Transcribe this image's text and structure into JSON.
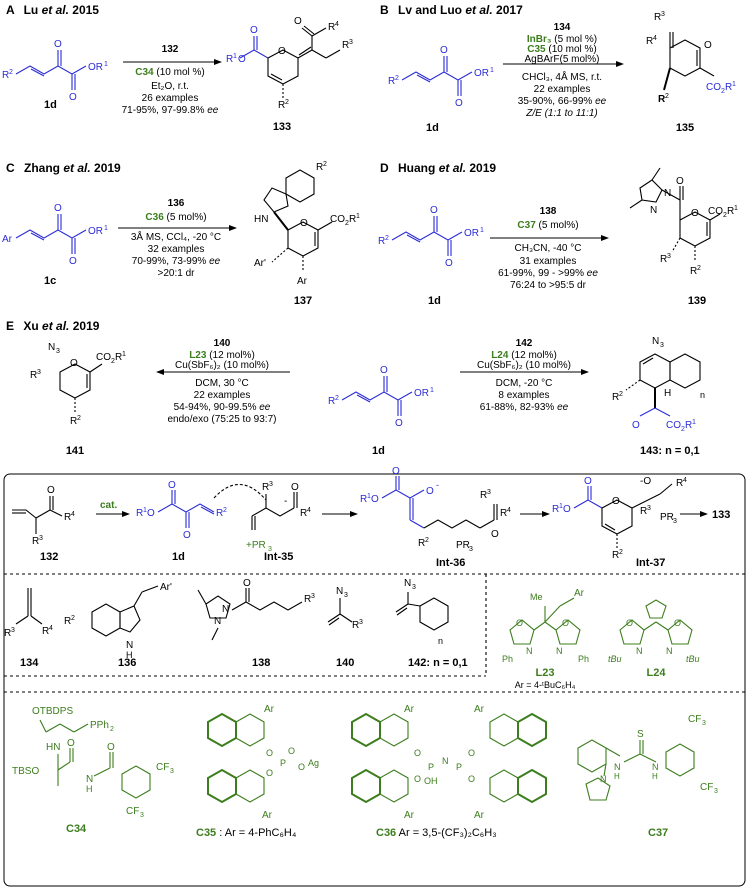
{
  "panels": {
    "A": {
      "letter": "A",
      "author": "Lu ",
      "etal": "et al.",
      "year": " 2015",
      "reagent": "132",
      "catalyst": "C34",
      "cat_load": " (10 mol %)",
      "cond1": "Et₂O, r.t.",
      "cond2": "26 examples",
      "cond3": "71-95%, 97-99.8% ",
      "ee": "ee",
      "substrate": "1d",
      "product": "133"
    },
    "B": {
      "letter": "B",
      "author": "Lv and Luo ",
      "etal": "et al.",
      "year": " 2017",
      "reagent": "134",
      "cat1": "InBr₃",
      "cat1_load": " (5 mol %)",
      "cat2": "C35",
      "cat2_load": " (10 mol %)",
      "cat3": "AgBArF(5 mol%)",
      "cond1": "CHCl₃, 4Å MS, r.t.",
      "cond2": "22 examples",
      "cond3": "35-90%, 66-99% ",
      "ee": "ee",
      "cond4": "Z/E (1:1 to 11:1)",
      "substrate": "1d",
      "product": "135"
    },
    "C": {
      "letter": "C",
      "author": "Zhang ",
      "etal": "et al.",
      "year": " 2019",
      "reagent": "136",
      "catalyst": "C36",
      "cat_load": " (5 mol%)",
      "cond1": "3Å MS, CCl₄, -20 °C",
      "cond2": "32 examples",
      "cond3": "70-99%, 73-99% ",
      "ee": "ee",
      "cond4": ">20:1 dr",
      "substrate": "1c",
      "product": "137"
    },
    "D": {
      "letter": "D",
      "author": "Huang ",
      "etal": "et al.",
      "year": " 2019",
      "reagent": "138",
      "catalyst": "C37",
      "cat_load": " (5 mol%)",
      "cond1": "CH₃CN, -40 °C",
      "cond2": "31 examples",
      "cond3": "61-99%, 99 - >99% ",
      "ee": "ee",
      "cond4": "76:24 to >95:5 dr",
      "substrate": "1d",
      "product": "139"
    },
    "E": {
      "letter": "E",
      "author": "Xu ",
      "etal": "et al.",
      "year": " 2019",
      "left_reagent": "140",
      "left_ligand": "L23",
      "left_lig_load": " (12 mol%)",
      "left_metal": "Cu(SbF₆)₂ (10 mol%)",
      "left_cond1": "DCM, 30 °C",
      "left_cond2": "22 examples",
      "left_cond3": "54-94%, 90-99.5% ",
      "ee": "ee",
      "left_cond4": "endo/exo (75:25 to 93:7)",
      "left_product": "141",
      "right_reagent": "142",
      "right_ligand": "L24",
      "right_lig_load": " (12 mol%)",
      "right_metal": "Cu(SbF₆)₂ (10 mol%)",
      "right_cond1": "DCM, -20 °C",
      "right_cond2": "8 examples",
      "right_cond3": "61-88%, 82-93% ",
      "right_product": "143: n = 0,1",
      "substrate": "1d"
    }
  },
  "mechanism": {
    "cat": "cat.",
    "compound132": "132",
    "compound1d": "1d",
    "int35": "Int-35",
    "int36": "Int-36",
    "int37": "Int-37",
    "product": "133"
  },
  "reagents": {
    "r134": "134",
    "r136": "136",
    "r138": "138",
    "r140": "140",
    "r142": "142: n = 0,1",
    "L23": "L23",
    "L24": "L24",
    "L23_ar": "Ar = 4-ᵗBuC₆H₄"
  },
  "catalysts": {
    "C34": "C34",
    "C35": "C35",
    "C35_ar": " : Ar = 4-PhC₆H₄",
    "C36": "C36",
    "C36_ar": " Ar = 3,5-(CF₃)₂C₆H₃",
    "C37": "C37"
  },
  "colors": {
    "blue": "#2b2bd6",
    "green": "#3c7d1d",
    "black": "#000000"
  }
}
